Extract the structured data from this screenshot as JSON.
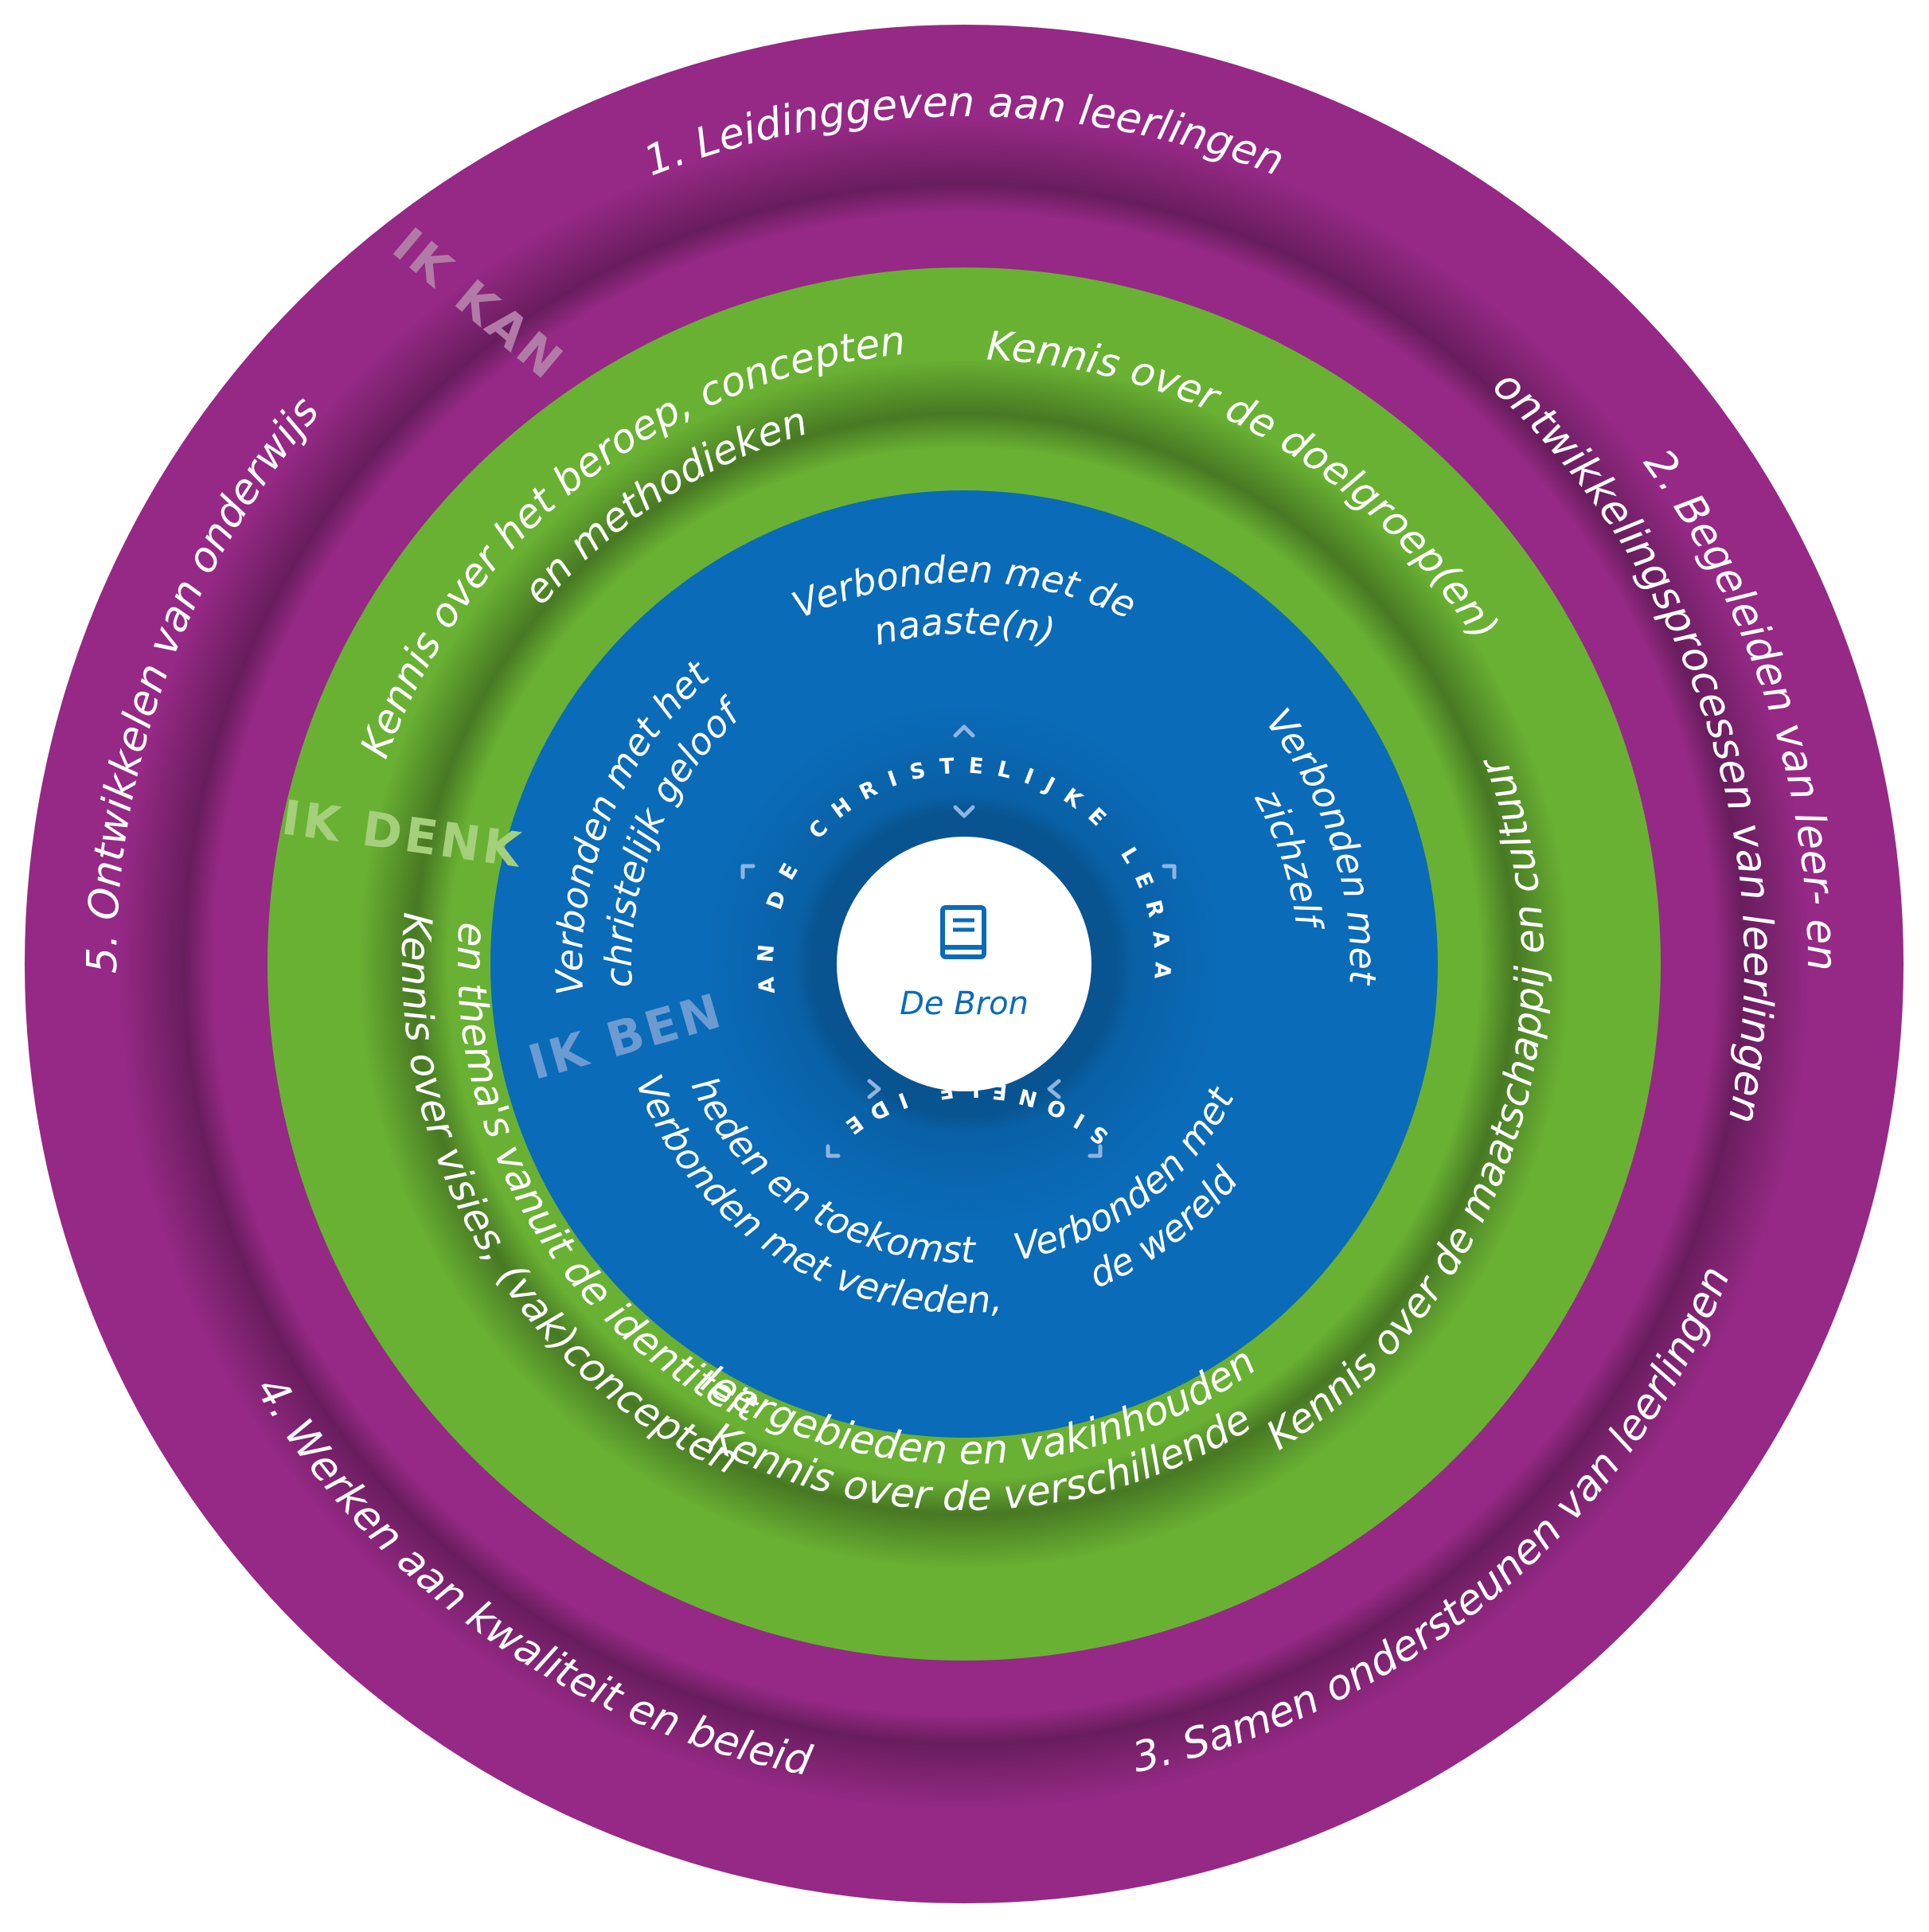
{
  "colors": {
    "outer_ring": "#952985",
    "middle_ring": "#69b133",
    "inner_ring": "#0a6bb8",
    "core": "#ffffff",
    "text": "#ffffff",
    "layer_ik_kan": "#b27ba7",
    "layer_ik_denk": "#a4d07b",
    "layer_ik_ben": "#6c9bd2",
    "chevron": "#8fb4e0",
    "core_text": "#0a6bb8"
  },
  "core": {
    "icon": "book-icon",
    "label": "De Bron"
  },
  "identity_arc": {
    "line1": "VAN DE CHRISTELIJKE LERAAR",
    "line2": "PROFESSIONELE IDENTITEIT"
  },
  "layers": {
    "ik_kan": "IK KAN",
    "ik_denk": "IK DENK",
    "ik_ben": "IK BEN"
  },
  "outer_ring": {
    "items": [
      {
        "lines": [
          "1. Leidinggeven aan leerlingen"
        ]
      },
      {
        "lines": [
          "2. Begeleiden van leer- en",
          "ontwikkelingsprocessen van leerlingen"
        ]
      },
      {
        "lines": [
          "3. Samen ondersteunen van leerlingen"
        ]
      },
      {
        "lines": [
          "4. Werken aan kwaliteit en beleid"
        ]
      },
      {
        "lines": [
          "5. Ontwikkelen van onderwijs"
        ]
      }
    ]
  },
  "middle_ring": {
    "items": [
      {
        "lines": [
          "Kennis over de doelgroep(en)"
        ]
      },
      {
        "lines": [
          "Kennis over de maatschappij en cultuur"
        ]
      },
      {
        "lines": [
          "Kennis over de verschillende",
          "leergebieden en vakinhouden"
        ]
      },
      {
        "lines": [
          "Kennis over visies, (vak)concepten",
          "en thema's vanuit de identiteit"
        ]
      },
      {
        "lines": [
          "Kennis over het beroep, concepten",
          "en methodieken"
        ]
      }
    ]
  },
  "inner_ring": {
    "items": [
      {
        "lines": [
          "Verbonden met de",
          "naaste(n)"
        ]
      },
      {
        "lines": [
          "Verbonden met",
          "zichzelf"
        ]
      },
      {
        "lines": [
          "Verbonden met",
          "de wereld"
        ]
      },
      {
        "lines": [
          "Verbonden met verleden,",
          "heden en toekomst"
        ]
      },
      {
        "lines": [
          "Verbonden met het",
          "christelijk geloof"
        ]
      }
    ]
  }
}
